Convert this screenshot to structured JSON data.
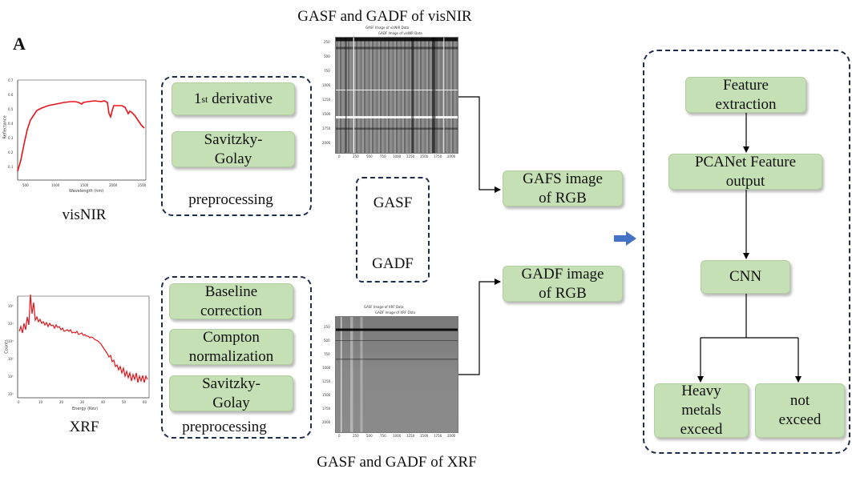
{
  "panel_label": "A",
  "titles": {
    "visnir_matrix": "GASF and GADF of visNIR",
    "xrf_matrix": "GASF and GADF of XRF"
  },
  "spectra": {
    "visnir": {
      "caption": "visNIR",
      "xlabel": "Wavelength (nm)",
      "ylabel": "Reflectance",
      "xticks": [
        "500",
        "1000",
        "1500",
        "2000",
        "2500"
      ],
      "yticks": [
        "0.7",
        "0.6",
        "0.5",
        "0.4",
        "0.3",
        "0.2",
        "0.1"
      ],
      "line_color": "#e8141b"
    },
    "xrf": {
      "caption": "XRF",
      "xlabel": "Energy (Kev)",
      "ylabel": "Counts",
      "xticks": [
        "0",
        "10",
        "20",
        "30",
        "40",
        "50",
        "60"
      ],
      "yticks": [
        "10⁵",
        "10⁴",
        "10³",
        "10²",
        "10¹",
        "10⁰"
      ],
      "line_color": "#e8141b"
    }
  },
  "visnir_preprocessing": {
    "steps": [
      {
        "main": "1",
        "sup": "st",
        "rest": " derivative"
      },
      {
        "text": "Savitzky-Golay"
      }
    ],
    "label": "preprocessing"
  },
  "xrf_preprocessing": {
    "steps": [
      "Baseline correction",
      "Compton normalization",
      "Savitzky-Golay"
    ],
    "label": "preprocessing"
  },
  "transform_box": {
    "top": "GASF",
    "bottom": "GADF"
  },
  "matrices": {
    "visnir": {
      "title_outer": "GASF Image of visNIR Data",
      "title_inner": "GADF Image of visNIR Data",
      "ticks": [
        "0",
        "250",
        "500",
        "750",
        "1000",
        "1250",
        "1500",
        "1750",
        "2000"
      ]
    },
    "xrf": {
      "title_outer": "GASF Image of XRF Data",
      "title_inner": "GADF Image of XRF Data",
      "ticks": [
        "0",
        "250",
        "500",
        "750",
        "1000",
        "1250",
        "1500",
        "1750",
        "2000"
      ]
    }
  },
  "outputs": {
    "gasf_rgb": "GAFS image of RGB",
    "gadf_rgb": "GADF image of RGB"
  },
  "pipeline": {
    "feature_extraction": "Feature extraction",
    "pcanet": "PCANet Feature output",
    "cnn": "CNN",
    "exceed": "Heavy metals exceed",
    "not_exceed": "not exceed"
  },
  "colors": {
    "box_fill": "#c5e0b4",
    "dash_border": "#1f2d4a",
    "big_arrow": "#4472c4",
    "spectrum": "#e8141b"
  }
}
